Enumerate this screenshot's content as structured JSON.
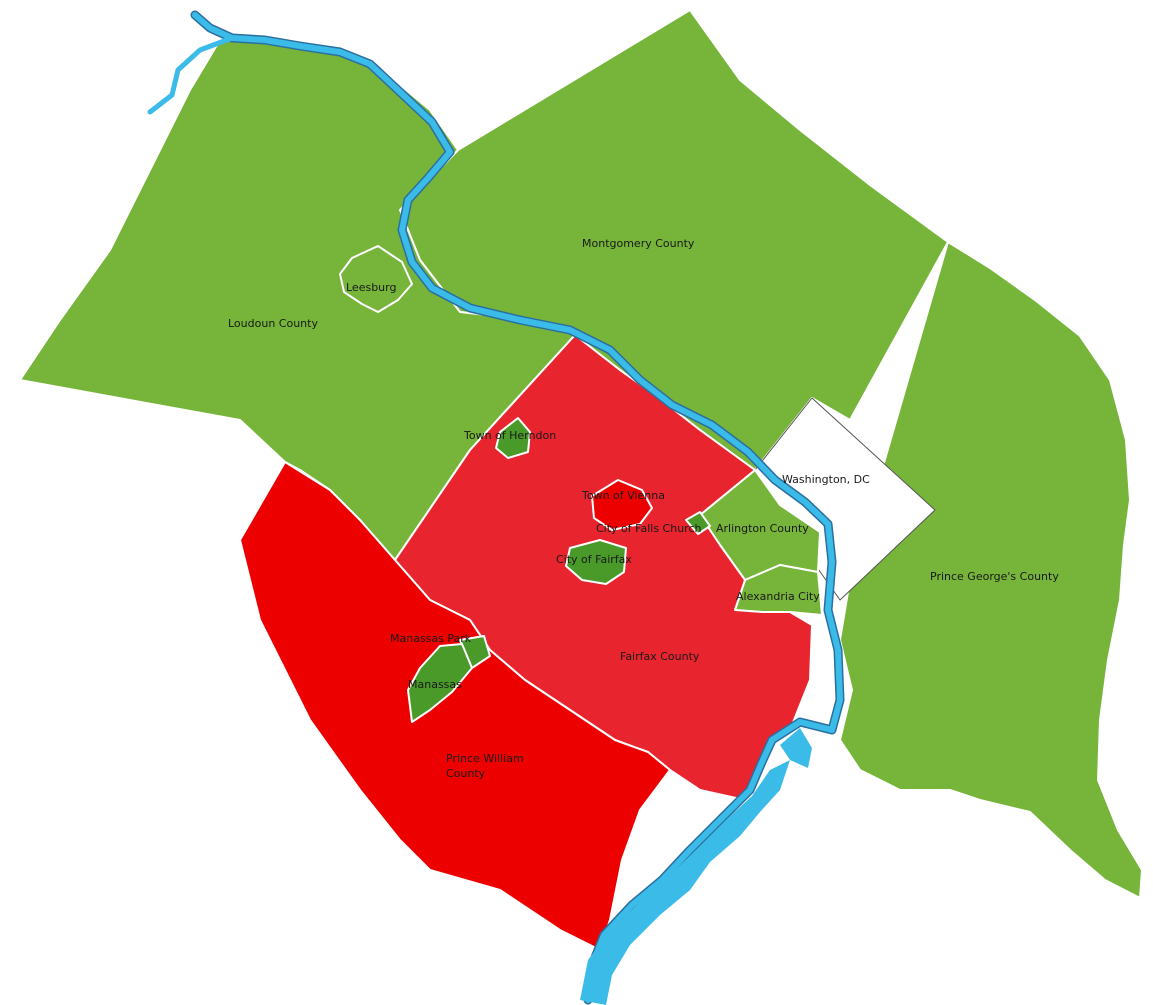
{
  "colors": {
    "green": "#76b43a",
    "red": "#e8242e",
    "red_dark": "#ec0000",
    "city_green": "#4a9a2a",
    "white": "#ffffff",
    "water": "#3bbbe8",
    "river_line": "#2a6fa0"
  },
  "regions": {
    "loudoun": {
      "name": "Loudoun County",
      "status": "green"
    },
    "montgomery": {
      "name": "Montgomery County",
      "status": "green"
    },
    "prince_georges": {
      "name": "Prince George's County",
      "status": "green"
    },
    "washington": {
      "name": "Washington, DC",
      "status": "white"
    },
    "arlington": {
      "name": "Arlington County",
      "status": "green"
    },
    "alexandria": {
      "name": "Alexandria City",
      "status": "green"
    },
    "fairfax_county": {
      "name": "Fairfax County",
      "status": "red"
    },
    "prince_william": {
      "name_line1": "Prince William",
      "name_line2": "County",
      "status": "red"
    },
    "leesburg": {
      "name": "Leesburg",
      "status": "green"
    },
    "herndon": {
      "name": "Town of Herndon",
      "status": "green"
    },
    "vienna": {
      "name": "Town of Vienna",
      "status": "red"
    },
    "falls_church": {
      "name": "City of Falls Church",
      "status": "green"
    },
    "fairfax_city": {
      "name": "City of Fairfax",
      "status": "green"
    },
    "manassas_park": {
      "name": "Manassas Park",
      "status": "green"
    },
    "manassas": {
      "name": "Manassas",
      "status": "green"
    }
  }
}
